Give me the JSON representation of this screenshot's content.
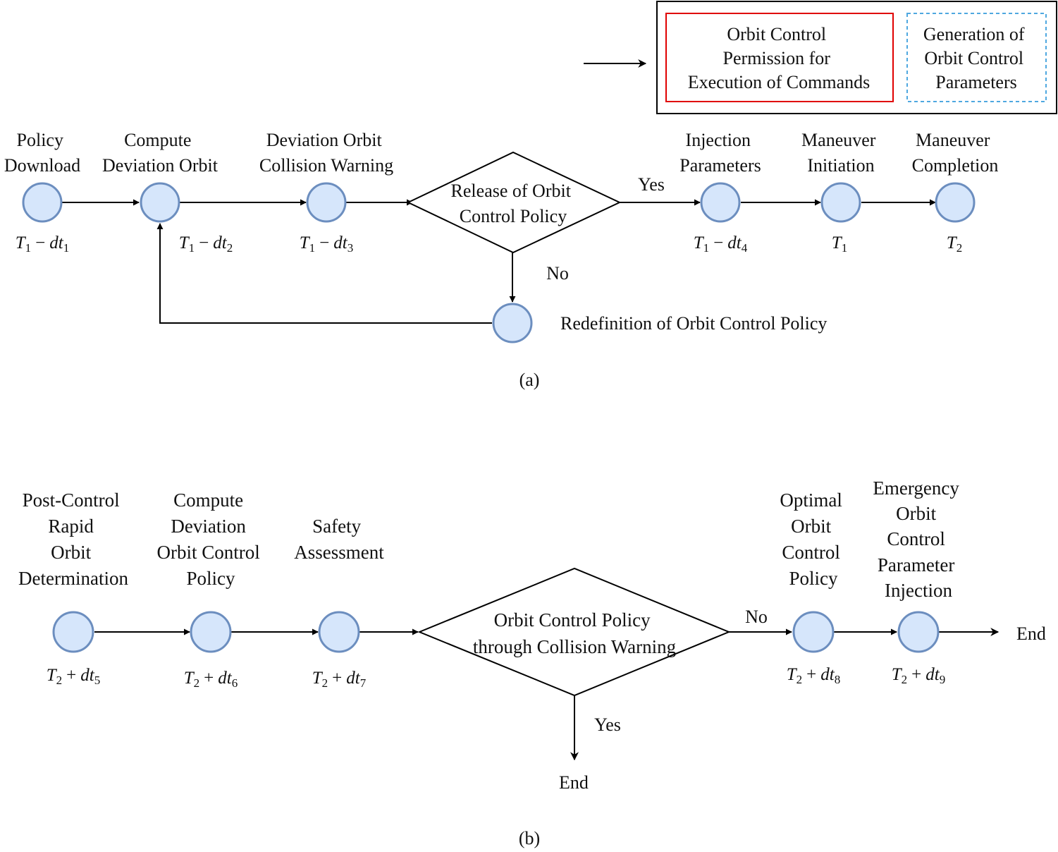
{
  "legend": {
    "red_box": [
      "Orbit Control",
      "Permission for",
      "Execution of Commands"
    ],
    "blue_box": [
      "Generation of",
      "Orbit Control",
      "Parameters"
    ],
    "colors": {
      "red": "#e00000",
      "blue": "#4fa8e0"
    }
  },
  "panel_a": {
    "caption": "(a)",
    "nodes": [
      {
        "label": [
          "Policy",
          "Download"
        ],
        "time": {
          "T": "T",
          "Tsub": "1",
          "op": "−",
          "dt": "dt",
          "dtsub": "1"
        }
      },
      {
        "label": [
          "Compute",
          "Deviation Orbit"
        ],
        "time": {
          "T": "T",
          "Tsub": "1",
          "op": "−",
          "dt": "dt",
          "dtsub": "2"
        }
      },
      {
        "label": [
          "Deviation Orbit",
          "Collision Warning"
        ],
        "time": {
          "T": "T",
          "Tsub": "1",
          "op": "−",
          "dt": "dt",
          "dtsub": "3"
        }
      },
      {
        "label": [
          "Injection",
          "Parameters"
        ],
        "time": {
          "T": "T",
          "Tsub": "1",
          "op": "−",
          "dt": "dt",
          "dtsub": "4"
        }
      },
      {
        "label": [
          "Maneuver",
          "Initiation"
        ],
        "time": {
          "T": "T",
          "Tsub": "1",
          "op": "",
          "dt": "",
          "dtsub": ""
        }
      },
      {
        "label": [
          "Maneuver",
          "Completion"
        ],
        "time": {
          "T": "T",
          "Tsub": "2",
          "op": "",
          "dt": "",
          "dtsub": ""
        }
      }
    ],
    "decision": [
      "Release of Orbit",
      "Control Policy"
    ],
    "yes_label": "Yes",
    "no_label": "No",
    "redefinition_label": "Redefinition of Orbit Control Policy"
  },
  "panel_b": {
    "caption": "(b)",
    "nodes": [
      {
        "label": [
          "Post-Control",
          "Rapid",
          "Orbit",
          "Determination"
        ],
        "time": {
          "T": "T",
          "Tsub": "2",
          "op": "+",
          "dt": "dt",
          "dtsub": "5"
        }
      },
      {
        "label": [
          "Compute",
          "Deviation",
          "Orbit Control",
          "Policy"
        ],
        "time": {
          "T": "T",
          "Tsub": "2",
          "op": "+",
          "dt": "dt",
          "dtsub": "6"
        }
      },
      {
        "label": [
          "Safety",
          "Assessment"
        ],
        "time": {
          "T": "T",
          "Tsub": "2",
          "op": "+",
          "dt": "dt",
          "dtsub": "7"
        }
      },
      {
        "label": [
          "Optimal",
          "Orbit",
          "Control",
          "Policy"
        ],
        "time": {
          "T": "T",
          "Tsub": "2",
          "op": "+",
          "dt": "dt",
          "dtsub": "8"
        }
      },
      {
        "label": [
          "Emergency",
          "Orbit",
          "Control",
          "Parameter",
          "Injection"
        ],
        "time": {
          "T": "T",
          "Tsub": "2",
          "op": "+",
          "dt": "dt",
          "dtsub": "9"
        }
      }
    ],
    "decision": [
      "Orbit Control Policy",
      "through Collision Warning"
    ],
    "no_label": "No",
    "yes_label": "Yes",
    "end_right": "End",
    "end_bottom": "End"
  }
}
